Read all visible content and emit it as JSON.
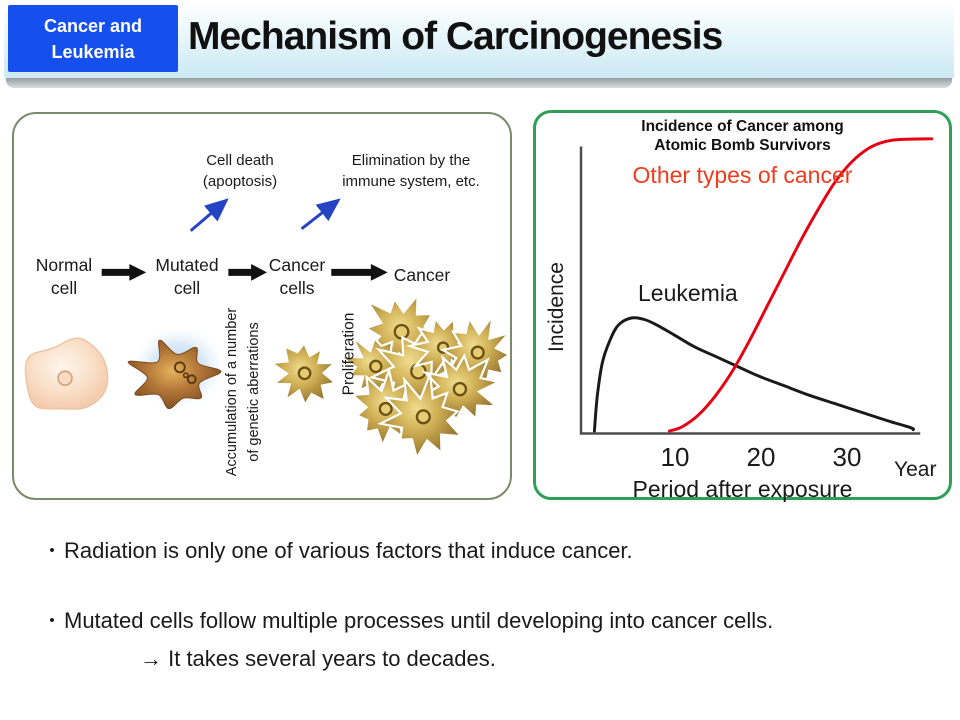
{
  "header": {
    "badge": "Cancer and\nLeukemia",
    "title": "Mechanism of Carcinogenesis"
  },
  "diagram": {
    "note_apoptosis": "Cell death\n(apoptosis)",
    "note_immune": "Elimination by the\nimmune system, etc.",
    "flow_labels": [
      "Normal\ncell",
      "Mutated\ncell",
      "Cancer\ncells",
      "Cancer"
    ],
    "vertical_label_accumulation": "Accumulation of a number\nof genetic aberrations",
    "vertical_label_proliferation": "Proliferation"
  },
  "chart": {
    "title_line1": "Incidence of Cancer among",
    "title_line2": "Atomic Bomb Survivors",
    "x_axis_unit": "Year"
  },
  "chart_data": {
    "type": "line",
    "title": "Incidence of Cancer among Atomic Bomb Survivors",
    "xlabel": "Period after exposure",
    "ylabel": "Incidence",
    "x_unit": "Year",
    "x_ticks": [
      10,
      20,
      30
    ],
    "xlim": [
      0,
      41
    ],
    "ylim": [
      0,
      1.1
    ],
    "grid": false,
    "legend_position": "inline-labels",
    "series": [
      {
        "name": "Leukemia",
        "color": "#1a1a1a",
        "points": [
          [
            0.65,
            0
          ],
          [
            1.0,
            0.13
          ],
          [
            1.6,
            0.25
          ],
          [
            2.5,
            0.33
          ],
          [
            3.5,
            0.385
          ],
          [
            5,
            0.41
          ],
          [
            6.5,
            0.405
          ],
          [
            8,
            0.385
          ],
          [
            10,
            0.35
          ],
          [
            12.5,
            0.305
          ],
          [
            15,
            0.27
          ],
          [
            17.5,
            0.235
          ],
          [
            20,
            0.2
          ],
          [
            23,
            0.165
          ],
          [
            26,
            0.13
          ],
          [
            29,
            0.1
          ],
          [
            32,
            0.07
          ],
          [
            35,
            0.04
          ],
          [
            38,
            0.012
          ],
          [
            38.3,
            0.005
          ]
        ]
      },
      {
        "name": "Other types of cancer",
        "color": "#e60012",
        "label_color": "#f03c1e",
        "points": [
          [
            9.5,
            0
          ],
          [
            11,
            0.015
          ],
          [
            13,
            0.06
          ],
          [
            15,
            0.13
          ],
          [
            17,
            0.22
          ],
          [
            19,
            0.33
          ],
          [
            21,
            0.45
          ],
          [
            23,
            0.57
          ],
          [
            25,
            0.69
          ],
          [
            27,
            0.8
          ],
          [
            29,
            0.9
          ],
          [
            31,
            0.975
          ],
          [
            33,
            1.025
          ],
          [
            35,
            1.05
          ],
          [
            37,
            1.058
          ],
          [
            40.5,
            1.06
          ]
        ]
      }
    ]
  },
  "bullets": {
    "marker": "•",
    "item1": "Radiation is only one of various factors that induce cancer.",
    "item2": "Mutated cells follow multiple processes until developing into cancer cells.",
    "item2_sub": "→ It takes several years to decades."
  },
  "colors": {
    "badge_bg": "#1550ee",
    "panel_left_border": "#7b8a68",
    "panel_right_border": "#2f9e58",
    "leukemia_curve": "#1a1a1a",
    "other_cancer_curve": "#e60012",
    "other_cancer_label": "#f03c1e",
    "blue_arrow": "#2444c4"
  }
}
